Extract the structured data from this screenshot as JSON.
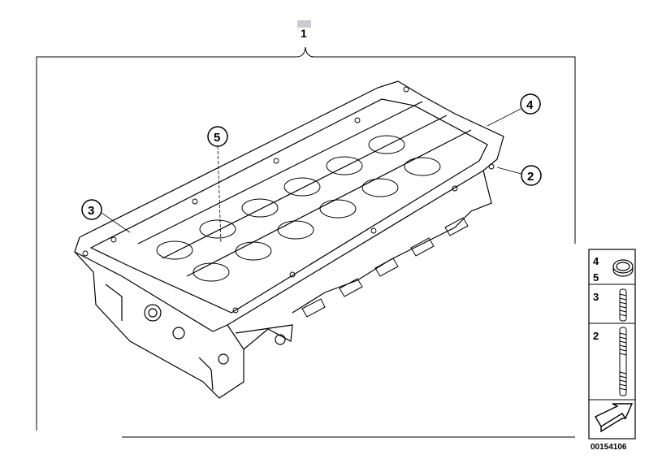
{
  "diagram": {
    "top_callout": "1",
    "callouts": [
      {
        "id": "2",
        "label": "2"
      },
      {
        "id": "3",
        "label": "3"
      },
      {
        "id": "4",
        "label": "4"
      },
      {
        "id": "5",
        "label": "5"
      }
    ],
    "legend": [
      {
        "label": "4",
        "part": "seal-ring"
      },
      {
        "label": "5",
        "part": "seal-ring"
      },
      {
        "label": "3",
        "part": "stud-short"
      },
      {
        "label": "2",
        "part": "stud-long"
      }
    ],
    "doc_number": "00154106"
  },
  "colors": {
    "line": "#000000",
    "label_highlight": "#c8cdd3",
    "background": "#ffffff"
  }
}
